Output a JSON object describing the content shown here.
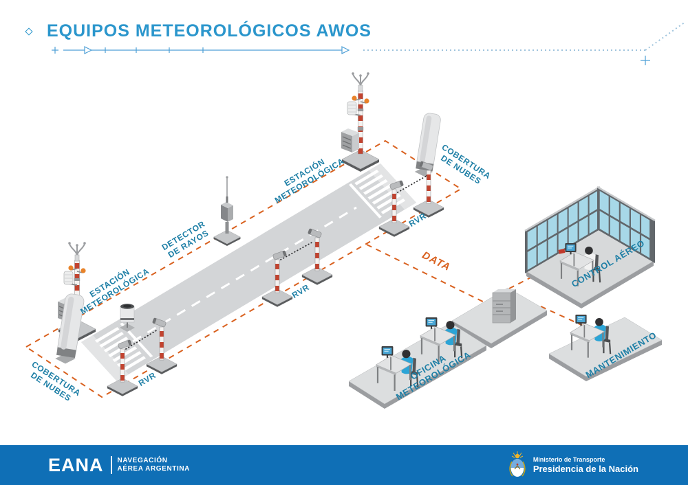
{
  "title": "EQUIPOS METEOROLÓGICOS AWOS",
  "colors": {
    "accent_blue": "#2b96cc",
    "label_teal": "#1e7fa6",
    "line_orange": "#d9611f",
    "footer_blue": "#0f6fb6",
    "runway_gray": "#d3d5d7",
    "pole_red": "#c2432f",
    "glass_blue": "#a7d8e8",
    "shirt_cyan": "#2ba4d6"
  },
  "diagram": {
    "labels": {
      "station_top": {
        "line1": "ESTACIÓN",
        "line2": "METEOROLÓGICA"
      },
      "station_left": {
        "line1": "ESTACIÓN",
        "line2": "METEOROLÓGICA"
      },
      "clouds_top": {
        "line1": "COBERTURA",
        "line2": "DE NUBES"
      },
      "clouds_left": {
        "line1": "COBERTURA",
        "line2": "DE NUBES"
      },
      "lightning": {
        "line1": "DETECTOR",
        "line2": "DE RAYOS"
      },
      "rvr_top": "RVR",
      "rvr_mid": "RVR",
      "rvr_bottom": "RVR",
      "data": "DATA",
      "control": "CONTROL AÉREO",
      "office": {
        "line1": "OFICINA",
        "line2": "METEOROLÓGICA"
      },
      "maintenance": "MANTENIMIENTO"
    }
  },
  "footer": {
    "brand": "EANA",
    "tagline1": "NAVEGACIÓN",
    "tagline2": "AÉREA ARGENTINA",
    "ministry1": "Ministerio de Transporte",
    "ministry2": "Presidencia de la Nación"
  }
}
